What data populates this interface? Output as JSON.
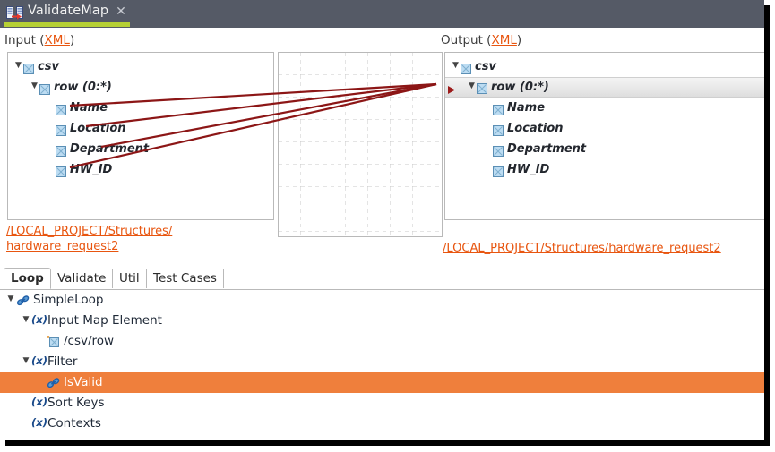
{
  "window": {
    "tab_title": "ValidateMap",
    "tab_icon": "map-editor-icon",
    "close_icon": "close-icon",
    "accent_color": "#b6d035",
    "titlebar_color": "#555a66"
  },
  "mapper": {
    "input": {
      "label_prefix": "Input (",
      "label_link": "XML",
      "label_suffix": ")",
      "path": "/LOCAL_PROJECT/Structures/hardware_request2",
      "path_line1": "/LOCAL_PROJECT/Structures/",
      "path_line2": "hardware_request2",
      "tree": [
        {
          "label": "csv",
          "indent": 0,
          "twisty": "▼",
          "icon": "element-icon",
          "selected": false
        },
        {
          "label": "row (0:*)",
          "indent": 1,
          "twisty": "▼",
          "icon": "element-icon",
          "selected": false
        },
        {
          "label": "Name",
          "indent": 2,
          "twisty": "",
          "icon": "element-icon",
          "selected": false
        },
        {
          "label": "Location",
          "indent": 2,
          "twisty": "",
          "icon": "element-icon",
          "selected": false
        },
        {
          "label": "Department",
          "indent": 2,
          "twisty": "",
          "icon": "element-icon",
          "selected": false
        },
        {
          "label": "HW_ID",
          "indent": 2,
          "twisty": "",
          "icon": "element-icon",
          "selected": false
        }
      ]
    },
    "output": {
      "label_prefix": "Output (",
      "label_link": "XML",
      "label_suffix": ")",
      "path": "/LOCAL_PROJECT/Structures/hardware_request2",
      "tree": [
        {
          "label": "csv",
          "indent": 0,
          "twisty": "▼",
          "icon": "element-icon",
          "selected": false,
          "marker": ""
        },
        {
          "label": "row (0:*)",
          "indent": 1,
          "twisty": "▼",
          "icon": "element-icon",
          "selected": true,
          "marker": "mapping-arrow-icon"
        },
        {
          "label": "Name",
          "indent": 2,
          "twisty": "",
          "icon": "element-icon",
          "selected": false,
          "marker": ""
        },
        {
          "label": "Location",
          "indent": 2,
          "twisty": "",
          "icon": "element-icon",
          "selected": false,
          "marker": ""
        },
        {
          "label": "Department",
          "indent": 2,
          "twisty": "",
          "icon": "element-icon",
          "selected": false,
          "marker": ""
        },
        {
          "label": "HW_ID",
          "indent": 2,
          "twisty": "",
          "icon": "element-icon",
          "selected": false,
          "marker": ""
        }
      ]
    },
    "connections": {
      "line_color": "#8c1616",
      "grid_color": "#c8c8c8",
      "count": 4,
      "from_nodes": [
        "Name",
        "Location",
        "Department",
        "HW_ID"
      ],
      "to_node": "row (0:*)"
    }
  },
  "bottom": {
    "tabs": [
      {
        "label": "Loop",
        "active": true
      },
      {
        "label": "Validate",
        "active": false
      },
      {
        "label": "Util",
        "active": false
      },
      {
        "label": "Test Cases",
        "active": false
      }
    ],
    "selection_color": "#ef7f3c",
    "tree": [
      {
        "label": "SimpleLoop",
        "indent": 0,
        "twisty": "▼",
        "icon": "link-chain-icon",
        "selected": false
      },
      {
        "label": "Input Map Element",
        "indent": 1,
        "twisty": "▼",
        "icon": "function-fx-icon",
        "selected": false
      },
      {
        "label": "/csv/row",
        "indent": 2,
        "twisty": "",
        "icon": "map-element-icon",
        "selected": false
      },
      {
        "label": "Filter",
        "indent": 1,
        "twisty": "▼",
        "icon": "function-fx-icon",
        "selected": false
      },
      {
        "label": "IsValid",
        "indent": 2,
        "twisty": "",
        "icon": "link-chain-icon",
        "selected": true
      },
      {
        "label": "Sort Keys",
        "indent": 1,
        "twisty": "",
        "icon": "function-fx-icon",
        "selected": false
      },
      {
        "label": "Contexts",
        "indent": 1,
        "twisty": "",
        "icon": "function-fx-icon",
        "selected": false
      }
    ]
  }
}
